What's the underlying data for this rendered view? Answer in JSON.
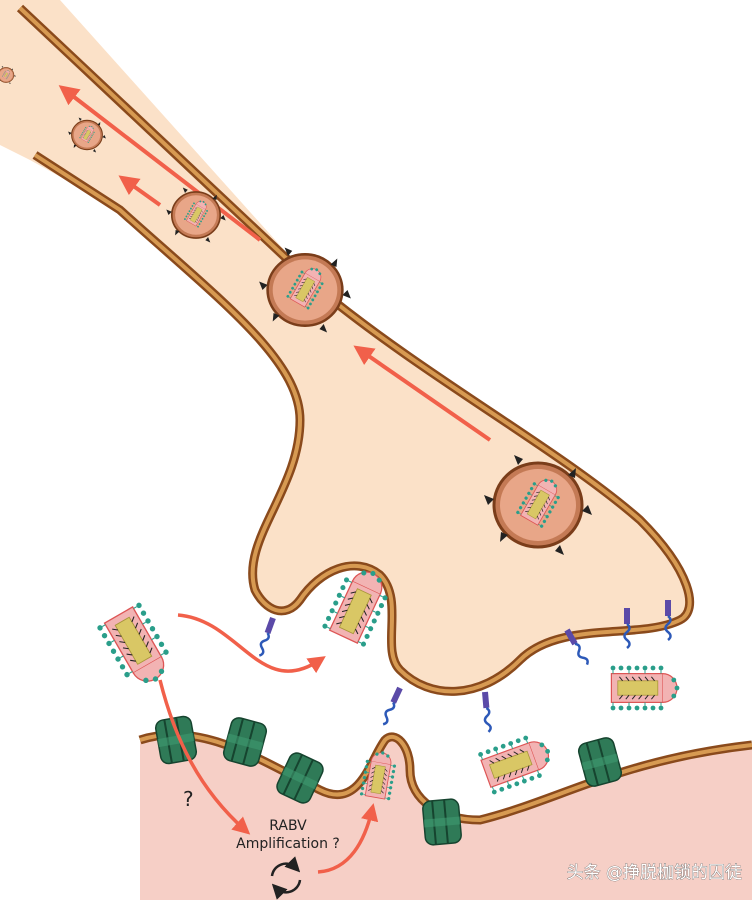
{
  "labels": {
    "question_left": "?",
    "amplification_line1": "RABV",
    "amplification_line2": "Amplification ?",
    "watermark": "头条 @挣脱枷锁的囚徒"
  },
  "colors": {
    "axon_fill": "#fbe1c8",
    "membrane_brown": "#8a4a1c",
    "membrane_tan": "#d79a52",
    "muscle_fill": "#f6cfc6",
    "receptor_green": "#2f7a57",
    "arrow_red": "#f1604a",
    "virus_envelope_pink": "#f2b3b3",
    "virus_ribbon_yellow": "#d9c765",
    "glyco_teal": "#2a9e8a"
  },
  "icons": {
    "virion": "rabies-virion-icon",
    "receptor": "nachr-receptor-icon",
    "cycle": "cycle-arrows-icon"
  }
}
